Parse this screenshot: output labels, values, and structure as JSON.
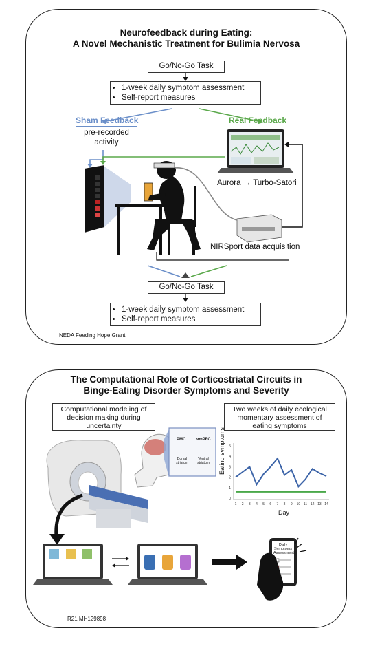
{
  "panel1": {
    "title_line1": "Neurofeedback during Eating:",
    "title_line2": "A Novel Mechanistic Treatment for Bulimia Nervosa",
    "task_top": "Go/No-Go Task",
    "assess_top": [
      "1-week daily symptom assessment",
      "Self-report measures"
    ],
    "sham_label": "Sham Feedback",
    "real_label": "Real Feedback",
    "prerecorded": "pre-recorded activity",
    "aurora_label": "Aurora → Turbo-Satori",
    "nirsport_label": "NIRSport data acquisition",
    "task_bottom": "Go/No-Go Task",
    "assess_bottom": [
      "1-week daily symptom assessment",
      "Self-report measures"
    ],
    "grant": "NEDA Feeding Hope Grant",
    "colors": {
      "sham": "#6b8fc9",
      "real": "#5aa84a"
    }
  },
  "panel2": {
    "title_line1": "The Computational Role of Corticostriatal Circuits in",
    "title_line2": "Binge-Eating Disorder Symptoms and Severity",
    "box_left": "Computational modeling of decision making during uncertainty",
    "box_right": "Two weeks of daily ecological momentary assessment of eating symptoms",
    "brain_nodes": [
      "PMC",
      "vmPFC",
      "Dorsal striatum",
      "Ventral striatum"
    ],
    "phone_text": "Daily Symptoms Assessment",
    "grant": "R21 MH129898"
  },
  "chart_data": {
    "type": "line",
    "ylabel": "Eating symptoms",
    "xlabel": "Day",
    "x": [
      1,
      2,
      3,
      4,
      5,
      6,
      7,
      8,
      9,
      10,
      11,
      12,
      13,
      14
    ],
    "series": [
      {
        "values": [
          2.0,
          2.5,
          3.0,
          1.3,
          2.3,
          3.0,
          3.8,
          2.2,
          2.7,
          1.1,
          1.8,
          2.8,
          2.4,
          2.1
        ],
        "color": "#3c64a8"
      },
      {
        "values": [
          0.6,
          0.6,
          0.6,
          0.6,
          0.6,
          0.6,
          0.6,
          0.6,
          0.6,
          0.6,
          0.6,
          0.6,
          0.6,
          0.6
        ],
        "color": "#4aa84a"
      }
    ],
    "yticks": [
      0,
      1,
      2,
      3,
      4,
      5
    ],
    "ylim": [
      0,
      5
    ],
    "xlim": [
      1,
      14
    ],
    "grid": false
  }
}
